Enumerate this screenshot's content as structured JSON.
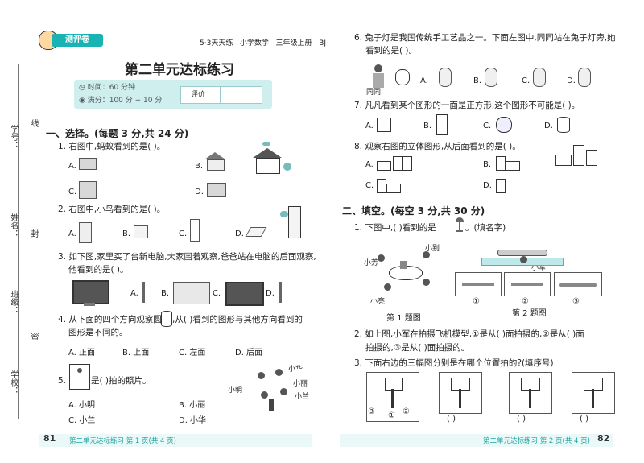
{
  "header": {
    "badge": "测评卷",
    "book": "5·3天天练",
    "subject": "小学数学",
    "grade": "三年级上册",
    "edition": "BJ",
    "title": "第二单元达标练习",
    "time": "时间：60 分钟",
    "score": "满分：100 分 + 10 分",
    "eval_label": "评价"
  },
  "binding": {
    "labels": [
      "学号：",
      "姓名：",
      "班级：",
      "学校："
    ],
    "cut": [
      "线",
      "封",
      "密"
    ]
  },
  "section1": {
    "heading": "一、选择。(每题 3 分,共 24 分)",
    "q1": {
      "num": "1.",
      "text": "右图中,蚂蚁看到的是(     )。",
      "options": [
        "A.",
        "B.",
        "C.",
        "D."
      ]
    },
    "q2": {
      "num": "2.",
      "text": "右图中,小鸟看到的是(     )。",
      "options": [
        "A.",
        "B.",
        "C.",
        "D."
      ]
    },
    "q3": {
      "num": "3.",
      "line1": "如下图,家里买了台新电脑,大家围着观察,爸爸站在电脑的后面观察,",
      "line2": "他看到的是(     )。",
      "options": [
        "A.",
        "B.",
        "C.",
        "D."
      ]
    },
    "q4": {
      "num": "4.",
      "line1": "从下面的四个方向观察圆柱",
      "line1b": ",从(     )看到的图形与其他方向看到的",
      "line2": "图形是不同的。",
      "options": [
        "A. 正面",
        "B. 上面",
        "C. 左面",
        "D. 后面"
      ]
    },
    "q5": {
      "num": "5.",
      "text": "是(     )拍的照片。",
      "names": [
        "小华",
        "小明",
        "小丽",
        "小兰"
      ],
      "options": [
        "A. 小明",
        "B. 小丽",
        "C. 小兰",
        "D. 小华"
      ]
    }
  },
  "right": {
    "q6": {
      "num": "6.",
      "line1": "兔子灯是我国传统手工艺品之一。下面左图中,同同站在兔子灯旁,她",
      "line2": "看到的是(     )。",
      "person": "同同",
      "options": [
        "A.",
        "B.",
        "C.",
        "D."
      ]
    },
    "q7": {
      "num": "7.",
      "text": "凡凡看到某个图形的一面是正方形,这个图形不可能是(     )。",
      "options": [
        "A.",
        "B.",
        "C.",
        "D."
      ]
    },
    "q8": {
      "num": "8.",
      "text": "观察右图的立体图形,从后面看到的是(     )。",
      "options": [
        "A.",
        "B.",
        "C.",
        "D."
      ]
    }
  },
  "section2": {
    "heading": "二、填空。(每空 3 分,共 30 分)",
    "q1": {
      "num": "1.",
      "text": "下图中,(      )看到的是",
      "text2": "。(填名字)",
      "names": [
        "小别",
        "小芳",
        "小军",
        "小亮"
      ],
      "caption1": "第 1 题图",
      "caption2": "第 2 题图",
      "circled": [
        "①",
        "②",
        "③"
      ]
    },
    "q2": {
      "num": "2.",
      "line1": "如上图,小军在拍摄飞机模型,①是从(      )面拍摄的,②是从(      )面",
      "line2": "拍摄的,③是从(      )面拍摄的。"
    },
    "q3": {
      "num": "3.",
      "text": "下面右边的三幅图分别是在哪个位置拍的?(填序号)",
      "marks": [
        "③",
        "①",
        "②"
      ],
      "blanks": [
        "(      )",
        "(      )",
        "(      )"
      ]
    }
  },
  "footer": {
    "left_page": "81",
    "left_text": "第二单元达标练习  第 1 页(共 4 页)",
    "right_text": "第二单元达标练习  第 2 页(共 4 页)",
    "right_page": "82"
  }
}
